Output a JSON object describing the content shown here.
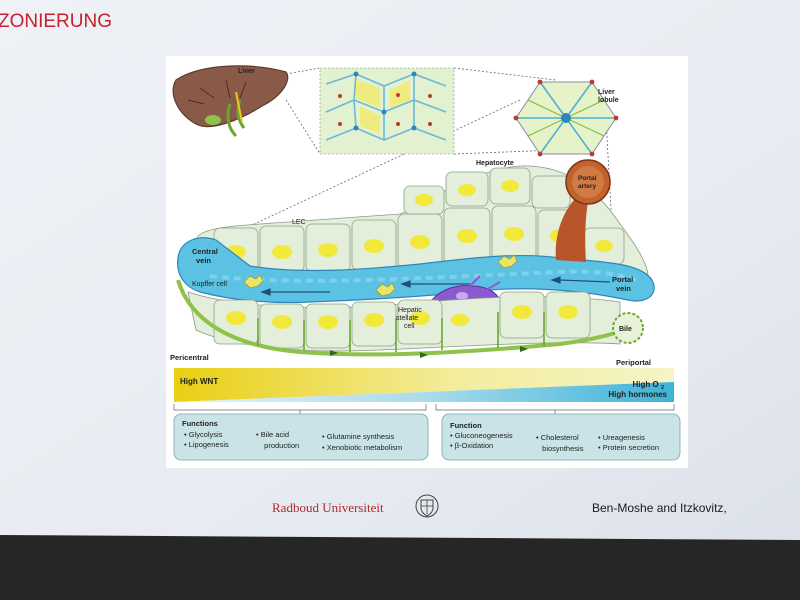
{
  "slide": {
    "title": "ZONIERUNG",
    "university": "Radboud Universiteit",
    "citation": "Ben-Moshe and Itzkovitz,"
  },
  "diagram": {
    "labels": {
      "liver": "Liver",
      "liver_lobule": "Liver\nlobule",
      "hepatocyte": "Hepatocyte",
      "portal_artery": "Portal\nartery",
      "lec": "LEC",
      "central_vein": "Central\nvein",
      "kupffer_cell": "Kupffer cell",
      "hepatic_stellate_cell": "Hepatic\nstellate\ncell",
      "portal_vein": "Portal\nvein",
      "bile": "Bile",
      "pericentral": "Pericentral",
      "periportal": "Periportal"
    },
    "gradient": {
      "left_label": "High WNT",
      "right_label_1": "High O",
      "right_label_1_sub": "2",
      "right_label_2": "High hormones",
      "left_color": "#e8d21a",
      "right_color": "#3fb4d6"
    },
    "functions_pericentral": {
      "heading": "Functions",
      "col1": [
        "• Glycolysis",
        "• Lipogenesis"
      ],
      "col2": [
        "• Bile acid",
        "  production"
      ],
      "col3": [
        "• Glutamine synthesis",
        "• Xenobiotic metabolism"
      ]
    },
    "functions_periportal": {
      "heading": "Function",
      "col1": [
        "• Gluconeogenesis",
        "• β-Oxidation"
      ],
      "col2": [
        "• Cholesterol",
        "  biosynthesis"
      ],
      "col3": [
        "• Ureagenesis",
        "• Protein secretion"
      ]
    },
    "colors": {
      "vessel": "#5cc2e4",
      "hepatocyte_fill": "#e4efdd",
      "nucleus": "#f2ea3a",
      "artery": "#b8552a",
      "bile_duct": "#8fc24a",
      "stellate": "#8b5ad1",
      "title_red": "#c8202c"
    }
  }
}
